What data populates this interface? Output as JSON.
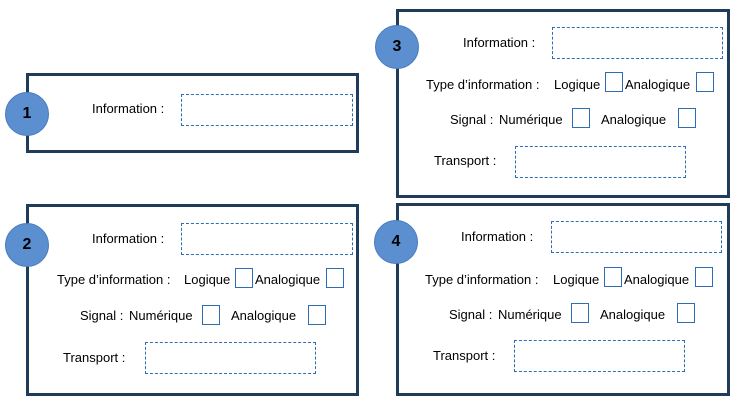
{
  "colors": {
    "panel_border": "#1f3d5a",
    "badge_fill": "#5b8fd0",
    "field_border": "#2e6db4"
  },
  "panels": [
    {
      "number": "1",
      "information_label": "Information :",
      "information_value": ""
    },
    {
      "number": "2",
      "information_label": "Information :",
      "information_value": "",
      "type_label": "Type d’information :",
      "option_logique": "Logique",
      "option_analogique": "Analogique",
      "logique_checked": false,
      "analogique_checked": false,
      "signal_label": "Signal :",
      "signal_numerique": "Numérique",
      "signal_analogique": "Analogique",
      "numerique_checked": false,
      "signal_analogique_checked": false,
      "transport_label": "Transport :",
      "transport_value": ""
    },
    {
      "number": "3",
      "information_label": "Information :",
      "information_value": "",
      "type_label": "Type d’information :",
      "option_logique": "Logique",
      "option_analogique": "Analogique",
      "logique_checked": false,
      "analogique_checked": false,
      "signal_label": "Signal :",
      "signal_numerique": "Numérique",
      "signal_analogique": "Analogique",
      "numerique_checked": false,
      "signal_analogique_checked": false,
      "transport_label": "Transport :",
      "transport_value": ""
    },
    {
      "number": "4",
      "information_label": "Information :",
      "information_value": "",
      "type_label": "Type d’information :",
      "option_logique": "Logique",
      "option_analogique": "Analogique",
      "logique_checked": false,
      "analogique_checked": false,
      "signal_label": "Signal :",
      "signal_numerique": "Numérique",
      "signal_analogique": "Analogique",
      "numerique_checked": false,
      "signal_analogique_checked": false,
      "transport_label": "Transport :",
      "transport_value": ""
    }
  ]
}
